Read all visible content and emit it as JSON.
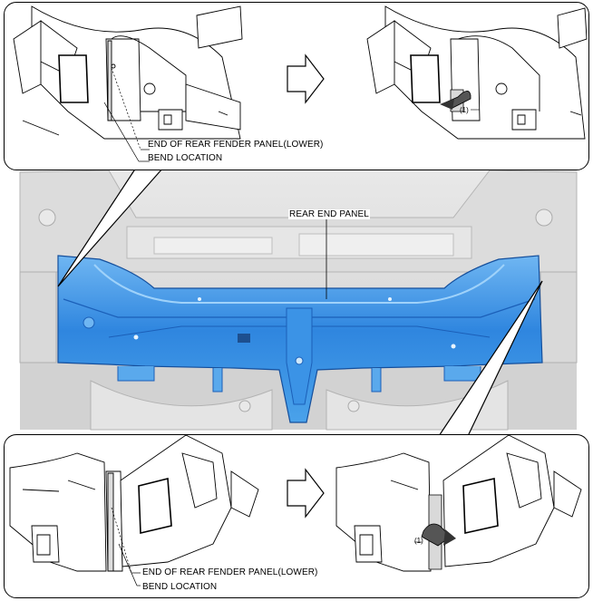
{
  "colors": {
    "panel_blue": "#2f86df",
    "panel_blue_dark": "#1b5fb8",
    "panel_blue_light": "#7fc0f5",
    "chassis_gray": "#d6d6d6",
    "line_gray": "#a8a8a8",
    "callout_border": "#000000"
  },
  "top_callout": {
    "label_end": "END OF REAR FENDER PANEL(LOWER)",
    "label_bend": "BEND LOCATION",
    "step_number": "(1)",
    "arrow_icon": "right-arrow-icon",
    "bend_icon": "bend-direction-arrow-icon"
  },
  "center": {
    "label_panel": "REAR END PANEL"
  },
  "bottom_callout": {
    "label_end": "END OF REAR FENDER PANEL(LOWER)",
    "label_bend": "BEND LOCATION",
    "step_number": "(1)",
    "arrow_icon": "right-arrow-icon",
    "bend_icon": "bend-direction-arrow-icon"
  }
}
